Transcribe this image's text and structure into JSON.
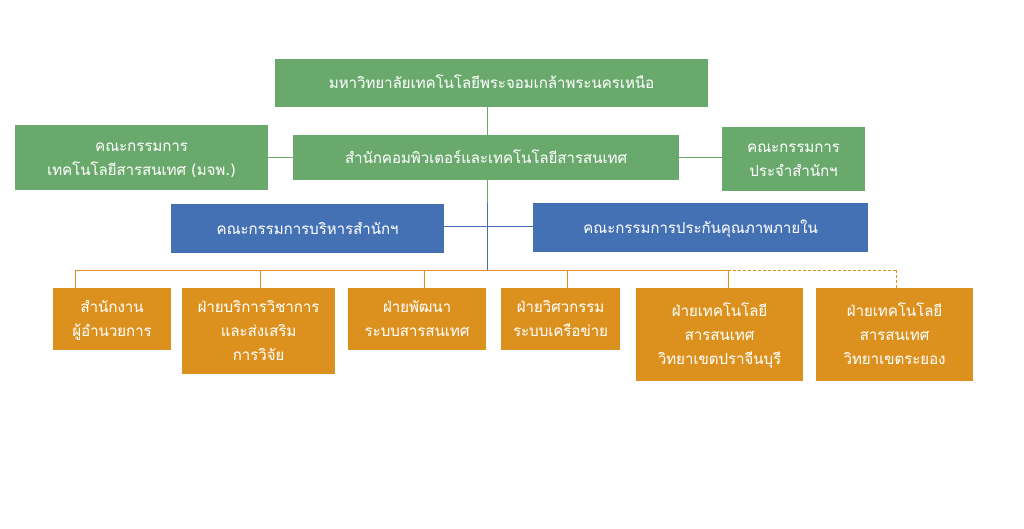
{
  "colors": {
    "green": "#69a96b",
    "blue": "#4470b4",
    "orange": "#dc911f"
  },
  "university": "มหาวิทยาลัยเทคโนโลยีพระจอมเกล้าพระนครเหนือ",
  "office": "สำนักคอมพิวเตอร์และเทคโนโลยีสารสนเทศ",
  "it_committee": [
    "คณะกรรมการ",
    "เทคโนโลยีสารสนเทศ (มจพ.)"
  ],
  "office_committee": [
    "คณะกรรมการ",
    "ประจำสำนักฯ"
  ],
  "exec_committee": "คณะกรรมการบริหารสำนักฯ",
  "qa_committee": "คณะกรรมการประกันคุณภาพภายใน",
  "divisions": [
    [
      "สำนักงาน",
      "ผู้อำนวยการ"
    ],
    [
      "ฝ่ายบริการวิชาการ",
      "และส่งเสริม",
      "การวิจัย"
    ],
    [
      "ฝ่ายพัฒนา",
      "ระบบสารสนเทศ"
    ],
    [
      "ฝ่ายวิศวกรรม",
      "ระบบเครือข่าย"
    ],
    [
      "ฝ่ายเทคโนโลยี",
      "สารสนเทศ",
      "วิทยาเขตปราจีนบุรี"
    ],
    [
      "ฝ่ายเทคโนโลยี",
      "สารสนเทศ",
      "วิทยาเขตระยอง"
    ]
  ]
}
